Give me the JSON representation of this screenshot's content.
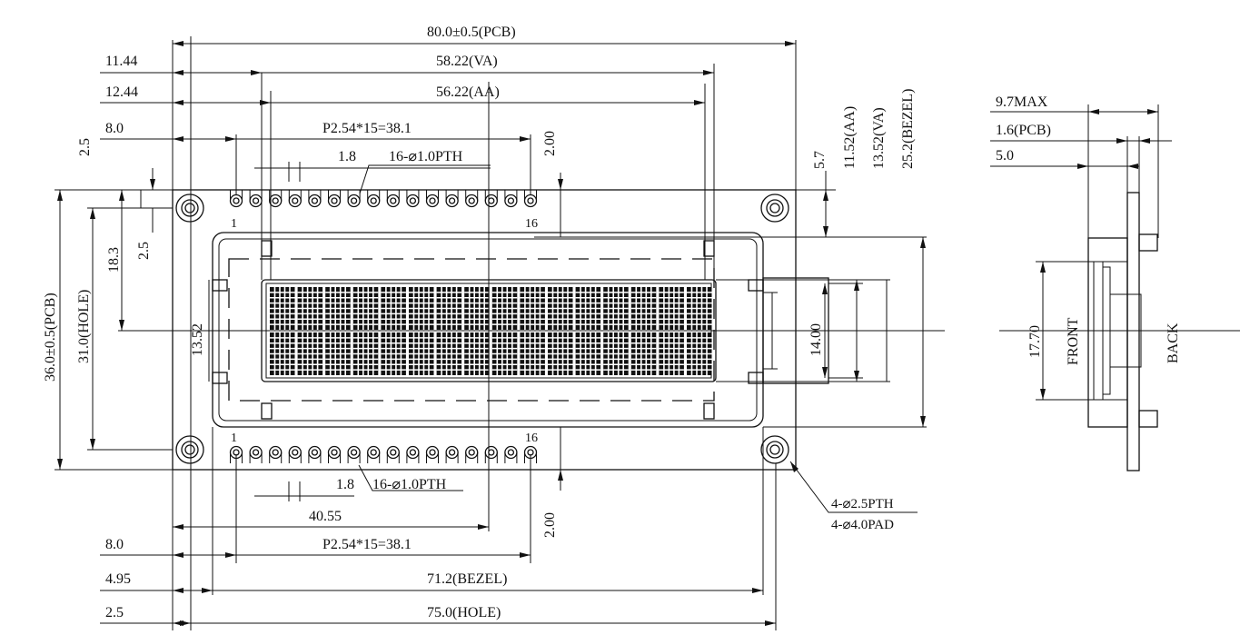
{
  "dims": {
    "pcb_width": "80.0±0.5(PCB)",
    "va_width": "58.22(VA)",
    "aa_width": "56.22(AA)",
    "va_offset": "11.44",
    "aa_offset": "12.44",
    "pin1_offset_top": "8.0",
    "pitch_top": "P2.54*15=38.1",
    "pin_row_offset": "2.5",
    "pin_row_gap_top": "2.00",
    "pin_pad_top": "1.8",
    "pth_top": "16-⌀1.0PTH",
    "pin1_top": "1",
    "pin16_top": "16",
    "top_5_7": "5.7",
    "aa_height": "11.52(AA)",
    "va_height": "13.52(VA)",
    "bezel_height": "25.2(BEZEL)",
    "pcb_height": "36.0±0.5(PCB)",
    "hole_height": "31.0(HOLE)",
    "h_18_3": "18.3",
    "h_2_5": "2.5",
    "h_13_52": "13.52",
    "h_14_00": "14.00",
    "pin1_bottom": "1",
    "pin16_bottom": "16",
    "pin_pad_bottom": "1.8",
    "pth_bottom": "16-⌀1.0PTH",
    "w_40_55": "40.55",
    "pin_row_gap_bottom": "2.00",
    "pin1_offset_bottom": "8.0",
    "pitch_bottom": "P2.54*15=38.1",
    "bezel_offset": "4.95",
    "bezel_width": "71.2(BEZEL)",
    "hole_offset": "2.5",
    "hole_width": "75.0(HOLE)",
    "mount_pth": "4-⌀2.5PTH",
    "mount_pad": "4-⌀4.0PAD"
  },
  "side_view": {
    "max_thickness": "9.7MAX",
    "pcb_thickness": "1.6(PCB)",
    "offset_5_0": "5.0",
    "height_17_70": "17.70",
    "front_label": "FRONT",
    "back_label": "BACK"
  }
}
